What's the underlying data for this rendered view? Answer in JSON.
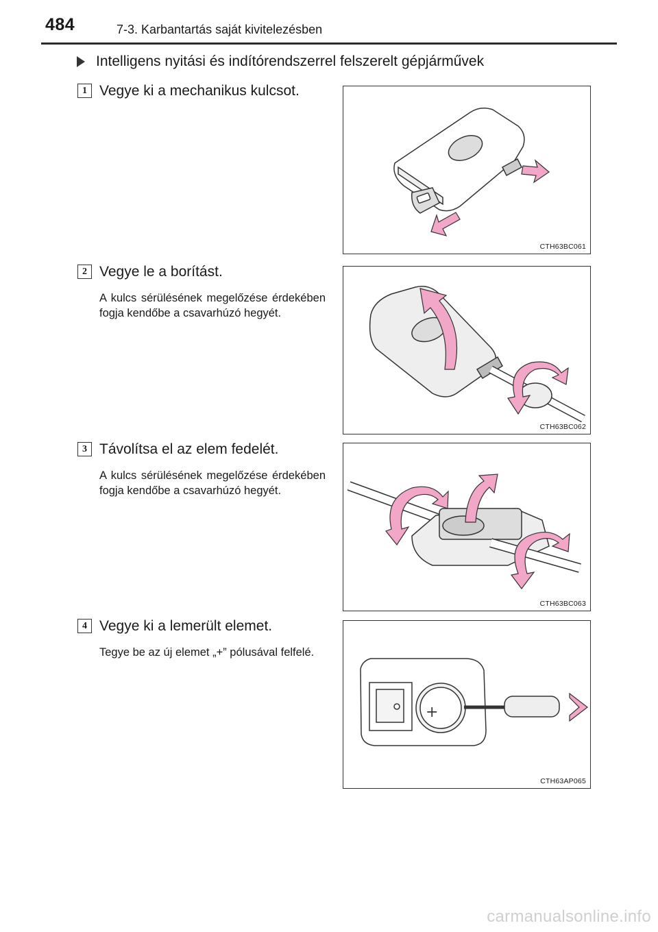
{
  "header": {
    "page_number": "484",
    "section_title": "7-3. Karbantartás saját kivitelezésben"
  },
  "subheading": "Intelligens nyitási és indítórendszerrel felszerelt gépjárművek",
  "steps": [
    {
      "number": "1",
      "title": "Vegye ki a mechanikus kulcsot.",
      "note": "",
      "figure_code": "CTH63BC061"
    },
    {
      "number": "2",
      "title": "Vegye le a borítást.",
      "note": "A kulcs sérülésének megelőzése érdekében fogja kendőbe a csavarhúzó hegyét.",
      "figure_code": "CTH63BC062"
    },
    {
      "number": "3",
      "title": "Távolítsa el az elem fedelét.",
      "note": "A kulcs sérülésének megelőzése érdekében fogja kendőbe a csavarhúzó hegyét.",
      "figure_code": "CTH63BC063"
    },
    {
      "number": "4",
      "title": "Vegye ki a lemerült elemet.",
      "note": "Tegye be az új elemet „+” pólusával felfelé.",
      "figure_code": "CTH63AP065"
    }
  ],
  "figure_symbols": {
    "plus": "+"
  },
  "watermark": "carmanualsonline.info",
  "colors": {
    "arrow_pink": "#f2a6c8",
    "line": "#333333"
  }
}
